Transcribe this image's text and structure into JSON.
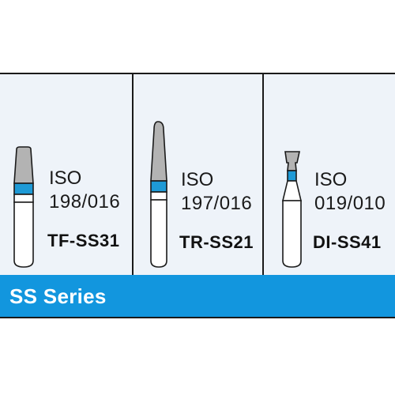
{
  "products": [
    {
      "iso_label": "ISO",
      "iso_code": "198/016",
      "model": "TF-SS31",
      "icon": "tapered-flat-bur-icon"
    },
    {
      "iso_label": "ISO",
      "iso_code": "197/016",
      "model": "TR-SS21",
      "icon": "tapered-round-bur-icon"
    },
    {
      "iso_label": "ISO",
      "iso_code": "019/010",
      "model": "DI-SS41",
      "icon": "diabolo-bur-icon"
    }
  ],
  "series": {
    "title": "SS Series"
  },
  "colors": {
    "accent": "#1296de",
    "panel": "#eef3f9",
    "band": "#1e9ad6"
  }
}
